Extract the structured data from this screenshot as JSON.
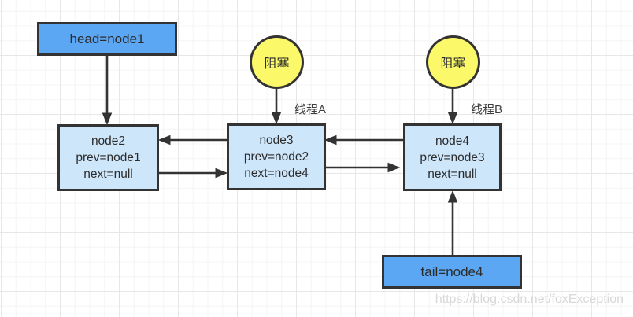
{
  "diagram": {
    "head": {
      "label": "head=node1"
    },
    "tail": {
      "label": "tail=node4"
    },
    "nodes": [
      {
        "title": "node2",
        "prev": "prev=node1",
        "next": "next=null"
      },
      {
        "title": "node3",
        "prev": "prev=node2",
        "next": "next=node4"
      },
      {
        "title": "node4",
        "prev": "prev=node3",
        "next": "next=null"
      }
    ],
    "blocked": [
      {
        "label": "阻塞"
      },
      {
        "label": "阻塞"
      }
    ],
    "threads": [
      {
        "label": "线程A"
      },
      {
        "label": "线程B"
      }
    ],
    "colors": {
      "bright_blue": "#5ba7f3",
      "light_blue": "#cde6fa",
      "yellow": "#fbf96a",
      "stroke": "#333333",
      "watermark_gray": "#d8d8d8"
    },
    "watermark": "https://blog.csdn.net/foxException"
  }
}
